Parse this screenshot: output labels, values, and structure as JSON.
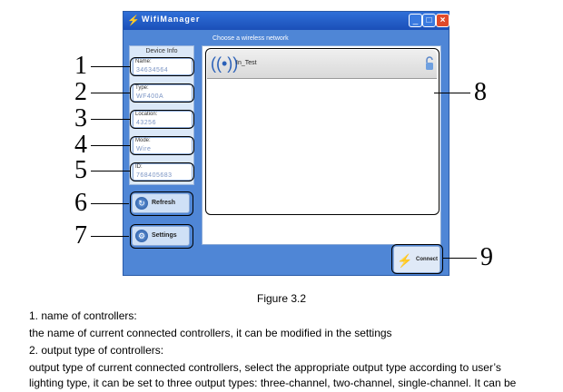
{
  "window": {
    "title": "WifiManager",
    "controls": {
      "minimize": "_",
      "maximize": "□",
      "close": "×"
    }
  },
  "device_info": {
    "title": "Device Info",
    "fields": [
      {
        "label": "Name:",
        "value": "34634564"
      },
      {
        "label": "Type:",
        "value": "WF400A"
      },
      {
        "label": "Location:",
        "value": "43256"
      },
      {
        "label": "Mode:",
        "value": "Wire"
      },
      {
        "label": "ID:",
        "value": "768405683"
      }
    ]
  },
  "buttons": {
    "refresh": "Refresh",
    "settings": "Settings",
    "connect": "Connect"
  },
  "network": {
    "header": "Choose a wireless network",
    "items": [
      {
        "ssid": "In_Test"
      }
    ]
  },
  "callout_numbers": [
    "1",
    "2",
    "3",
    "4",
    "5",
    "6",
    "7",
    "8",
    "9"
  ],
  "figure_caption": "Figure 3.2",
  "doc_lines": [
    "1. name of controllers:",
    "the name of current connected controllers, it can be modified in the settings",
    "2. output type of controllers:",
    "output type of current connected controllers, select the appropriate output type according to user’s",
    "lighting type, it can be set to three output types: three-channel, two-channel, single-channel. It can be"
  ]
}
